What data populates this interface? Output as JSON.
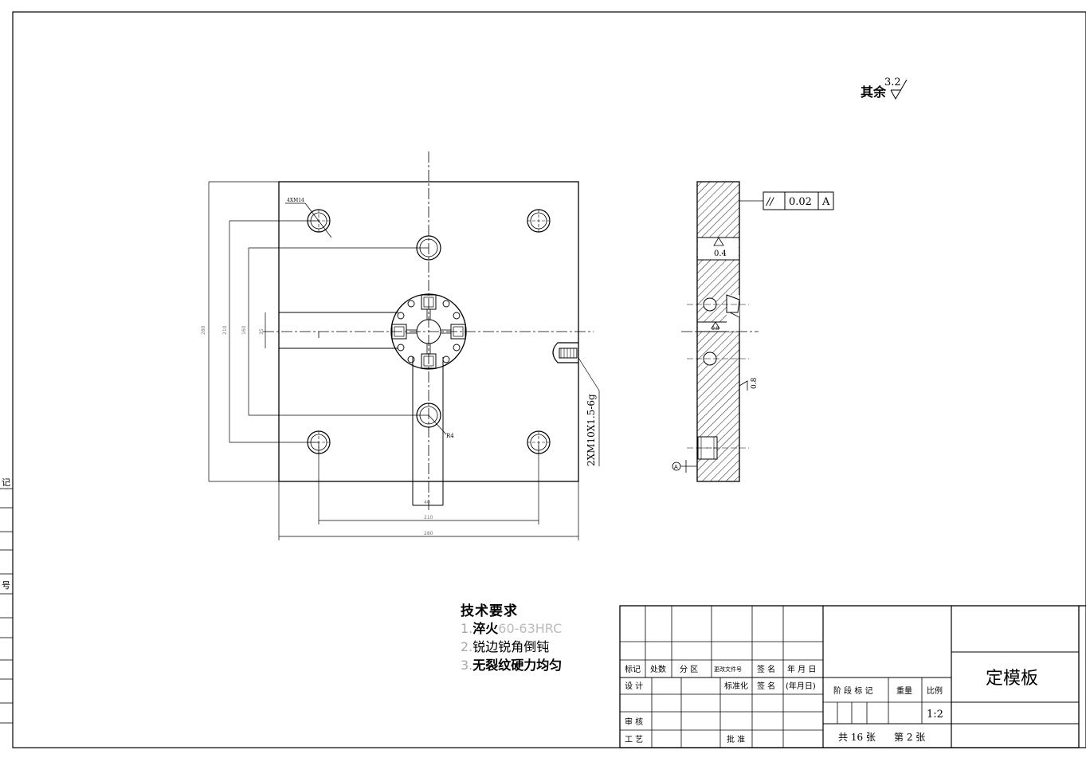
{
  "surface_note": {
    "prefix": "其余",
    "value": "3.2"
  },
  "tolerance_frame": {
    "symbol": "//",
    "value": "0.02",
    "datum": "A"
  },
  "roughness": {
    "side_top": "0.4",
    "side_mid": "0.8",
    "side_right": "0.8"
  },
  "datum_label": "A",
  "thread_callout": "2XM10X1.5-6g",
  "hole_callout": "4XM14",
  "radius_callout": "R4",
  "tech_requirements": {
    "heading": "技术要求",
    "items": [
      {
        "num": "1.",
        "text_a": "淬火",
        "text_b": "60-63HRC"
      },
      {
        "num": "2.",
        "text_a": "锐边锐角倒钝",
        "text_b": ""
      },
      {
        "num": "3.",
        "text_a": "无裂纹硬力均匀",
        "text_b": ""
      }
    ]
  },
  "title_block": {
    "headers": [
      "标记",
      "处数",
      "分 区",
      "更改文件号",
      "签 名",
      "年 月 日"
    ],
    "design": "设 计",
    "standardize": "标准化",
    "sign": "签 名",
    "date": "(年月日)",
    "stage_mark": "阶 段 标 记",
    "weight": "重量",
    "scale_label": "比例",
    "scale_value": "1:2",
    "review": "审 核",
    "process": "工 艺",
    "approve": "批 准",
    "sheets_total": "共 16 张",
    "sheet_no": "第 2 张",
    "part_name": "定模板"
  },
  "left_strip": {
    "top": "记",
    "mid": "号"
  }
}
